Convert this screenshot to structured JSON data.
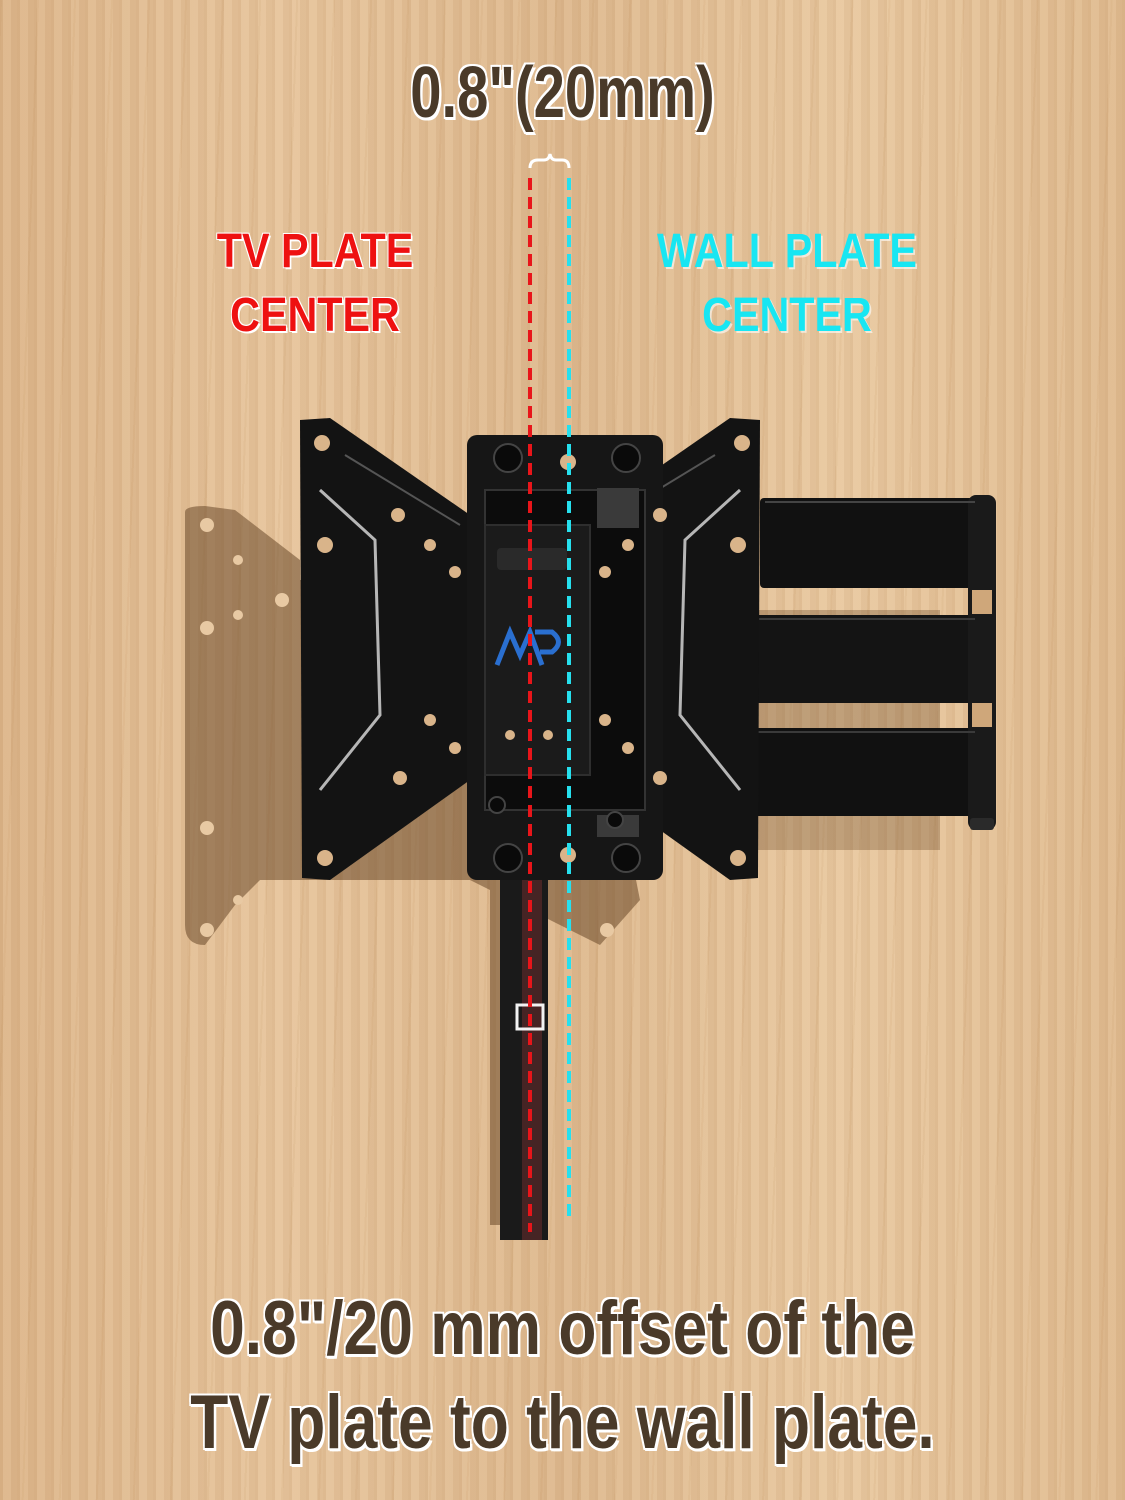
{
  "measurement": {
    "offset_label": "0.8\"(20mm)"
  },
  "labels": {
    "tv_plate_center": {
      "line1": "TV PLATE",
      "line2": "CENTER",
      "color": "#ee1111"
    },
    "wall_plate_center": {
      "line1": "WALL PLATE",
      "line2": "CENTER",
      "color": "#18e6f2"
    }
  },
  "caption": {
    "line1": "0.8\"/20 mm offset of the",
    "line2": "TV plate to the wall plate."
  },
  "colors": {
    "wood": "#e2bf96",
    "mount": "#121212",
    "text_brown": "#4a3a29",
    "logo_blue": "#2a6fd0"
  }
}
